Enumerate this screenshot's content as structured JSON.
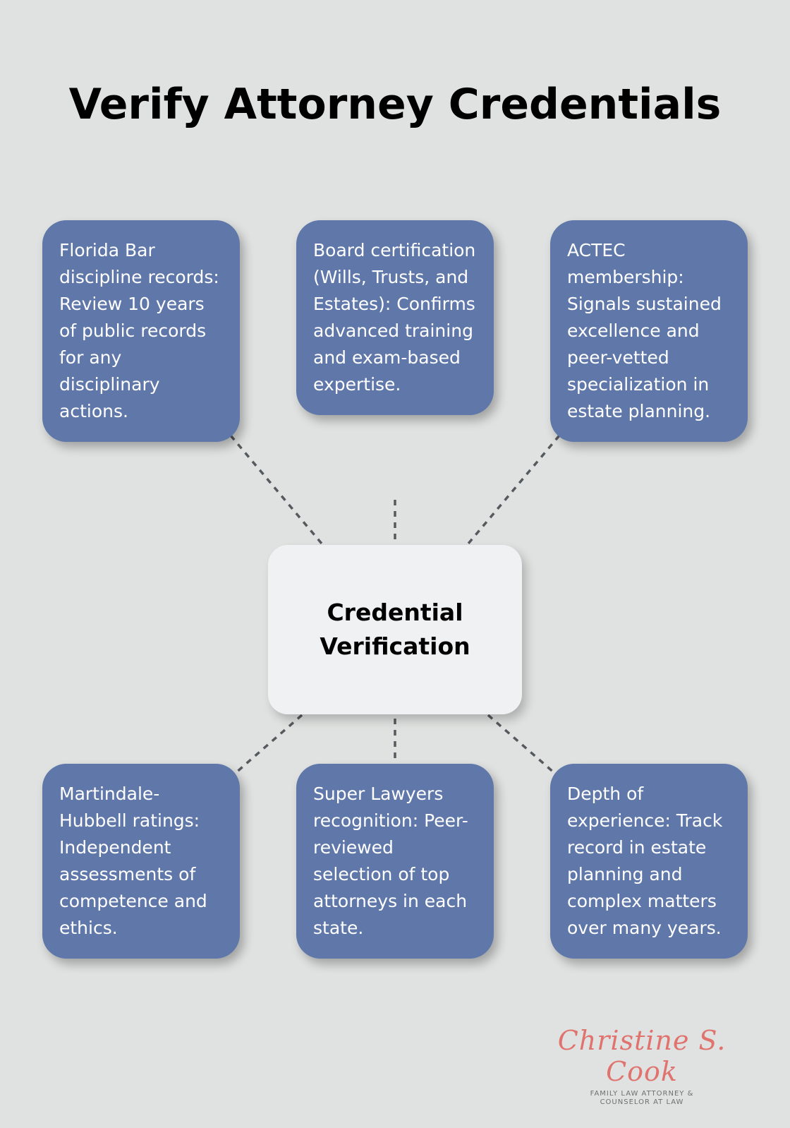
{
  "title": "Verify Attorney Credentials",
  "center": {
    "label": "Credential Verification"
  },
  "cards": [
    {
      "text": "Florida Bar discipline records: Review 10 years of public records for any disciplinary actions."
    },
    {
      "text": "Board certification (Wills, Trusts, and Estates): Confirms advanced training and exam-based expertise."
    },
    {
      "text": "ACTEC membership: Signals sustained excellence and peer-vetted specialization in estate planning."
    },
    {
      "text": "Martindale-Hubbell ratings: Independent assessments of competence and ethics."
    },
    {
      "text": "Super Lawyers recognition: Peer-reviewed selection of top attorneys in each state."
    },
    {
      "text": "Depth of experience: Track record in estate planning and complex matters over many years."
    }
  ],
  "logo": {
    "name": "Christine S. Cook",
    "line1": "FAMILY LAW ATTORNEY &",
    "line2": "COUNSELOR AT LAW"
  },
  "colors": {
    "background": "#e0e2e1",
    "card": "#5f77a9",
    "center": "#f0f1f2",
    "connector": "#555a5e",
    "logo_script": "#e0736e"
  }
}
